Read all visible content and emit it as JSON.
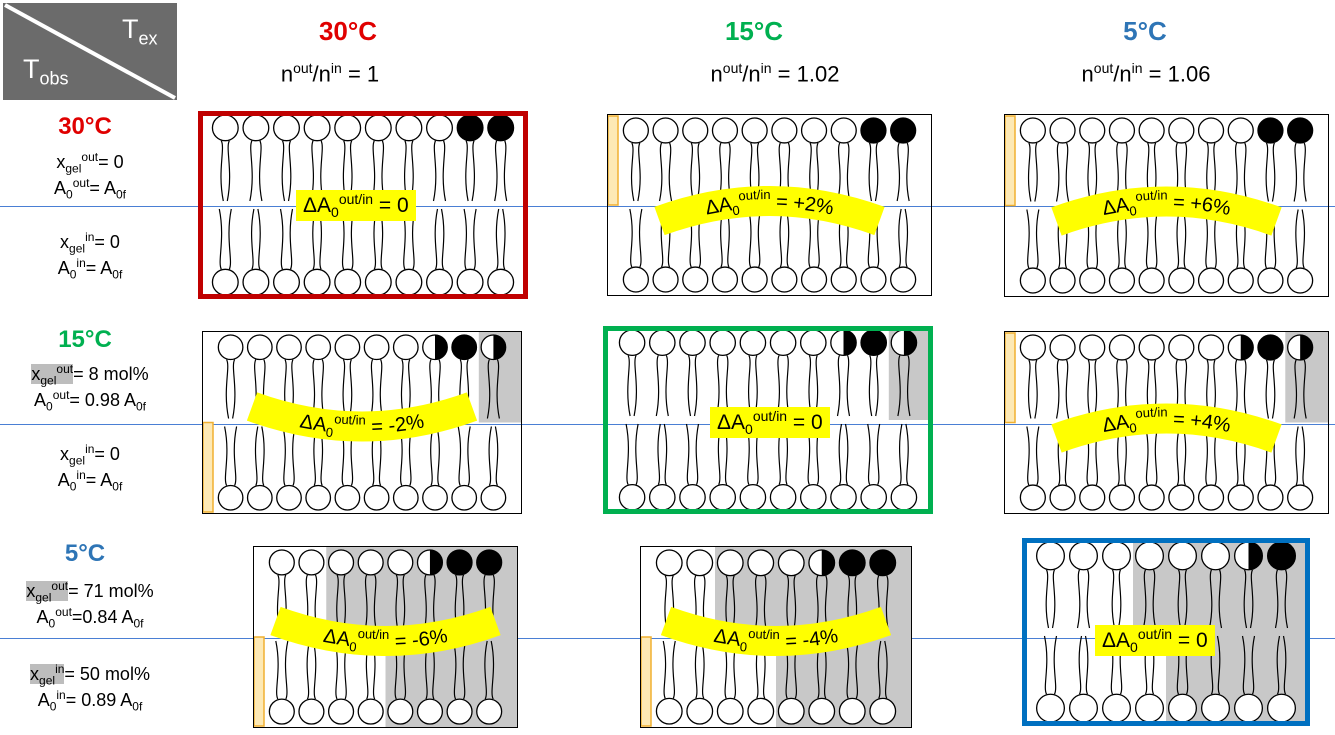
{
  "corner": {
    "tex": "T",
    "tex_sub": "ex",
    "tobs": "T",
    "tobs_sub": "obs"
  },
  "columns": [
    {
      "temp": "30°C",
      "color": "#e00000",
      "ratio_value": "1"
    },
    {
      "temp": "15°C",
      "color": "#00b050",
      "ratio_value": "1.02"
    },
    {
      "temp": "5°C",
      "color": "#2e75b6",
      "ratio_value": "1.06"
    }
  ],
  "ratio_text": {
    "n": "n",
    "out": "out",
    "slash": "/",
    "in": "in",
    "eq": " = "
  },
  "rows": [
    {
      "temp": "30°C",
      "color": "#e00000",
      "out_x_value": "= 0",
      "out_a_value": "= A",
      "out_a_sub": "0f",
      "in_x_value": "= 0",
      "in_a_value": "= A",
      "in_a_sub": "0f",
      "highlight": false
    },
    {
      "temp": "15°C",
      "color": "#00b050",
      "out_x_value": "= 8 mol%",
      "out_a_value": "= 0.98 A",
      "out_a_sub": "0f",
      "in_x_value": "= 0",
      "in_a_value": "= A",
      "in_a_sub": "0f",
      "highlight": true
    },
    {
      "temp": "5°C",
      "color": "#2e75b6",
      "out_x_value": "= 71 mol%",
      "out_a_value": "=0.84 A",
      "out_a_sub": "0f",
      "in_x_value": "= 50 mol%",
      "in_a_value": "= 0.89 A",
      "in_a_sub": "0f",
      "highlight": true
    }
  ],
  "row_labels": {
    "x": "x",
    "gel": "gel",
    "out": "out",
    "in": "in",
    "A": "A",
    "zero": "0"
  },
  "label_text": {
    "delta": "ΔA",
    "sub": "0",
    "sup": "out/in",
    "eq": " = "
  },
  "panels": [
    {
      "id": "r0c0",
      "delta": "0",
      "curve": "straight",
      "border": "#c00000"
    },
    {
      "id": "r0c1",
      "delta": "+2%",
      "curve": "up",
      "border": "#000000"
    },
    {
      "id": "r0c2",
      "delta": "+6%",
      "curve": "up",
      "border": "#000000"
    },
    {
      "id": "r1c0",
      "delta": "-2%",
      "curve": "down",
      "border": "#000000"
    },
    {
      "id": "r1c1",
      "delta": "0",
      "curve": "straight",
      "border": "#00b050"
    },
    {
      "id": "r1c2",
      "delta": "+4%",
      "curve": "up",
      "border": "#000000"
    },
    {
      "id": "r2c0",
      "delta": "-6%",
      "curve": "down",
      "border": "#000000"
    },
    {
      "id": "r2c1",
      "delta": "-4%",
      "curve": "down",
      "border": "#000000"
    },
    {
      "id": "r2c2",
      "delta": "0",
      "curve": "straight",
      "border": "#0070c0"
    }
  ]
}
